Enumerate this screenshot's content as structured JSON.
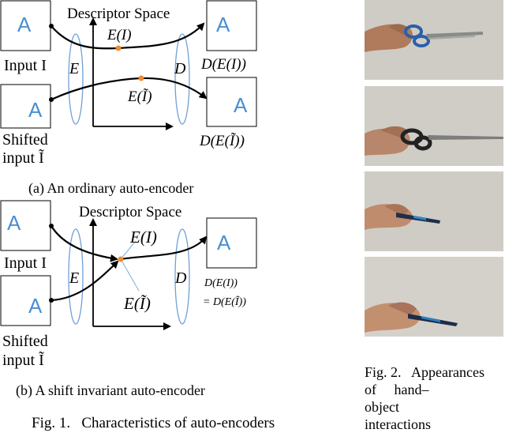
{
  "figure1": {
    "panel_a": {
      "descriptor_space": "Descriptor Space",
      "label_EI": "E(I)",
      "label_EIt": "E(Ĩ)",
      "label_E": "E",
      "label_D": "D",
      "label_DEI": "D(E(I))",
      "label_DEIt": "D(E(Ĩ))",
      "input_label": "Input I",
      "shifted_line1": "Shifted",
      "shifted_line2": "input Ĩ",
      "glyph": "A",
      "caption": "(a) An ordinary auto-encoder"
    },
    "panel_b": {
      "descriptor_space": "Descriptor Space",
      "label_EI": "E(I)",
      "label_EIt": "E(Ĩ)",
      "label_E": "E",
      "label_D": "D",
      "label_DEI": "D(E(I))",
      "label_DEIt": "= D(E(Ĩ))",
      "input_label": "Input I",
      "shifted_line1": "Shifted",
      "shifted_line2": "input Ĩ",
      "glyph": "A",
      "caption": "(b) A shift invariant auto-encoder"
    },
    "caption": "Fig. 1.   Characteristics of auto-encoders"
  },
  "figure2": {
    "caption_line1": "Fig. 2.   Appearances",
    "caption_line2": "of     hand–",
    "caption_line3": "object",
    "caption_line4": "interactions"
  },
  "colors": {
    "glyph": "#4a8fd0",
    "ellipse": "#6fa0d8",
    "point": "#f08a30",
    "line_thin": "#7aaee0"
  }
}
